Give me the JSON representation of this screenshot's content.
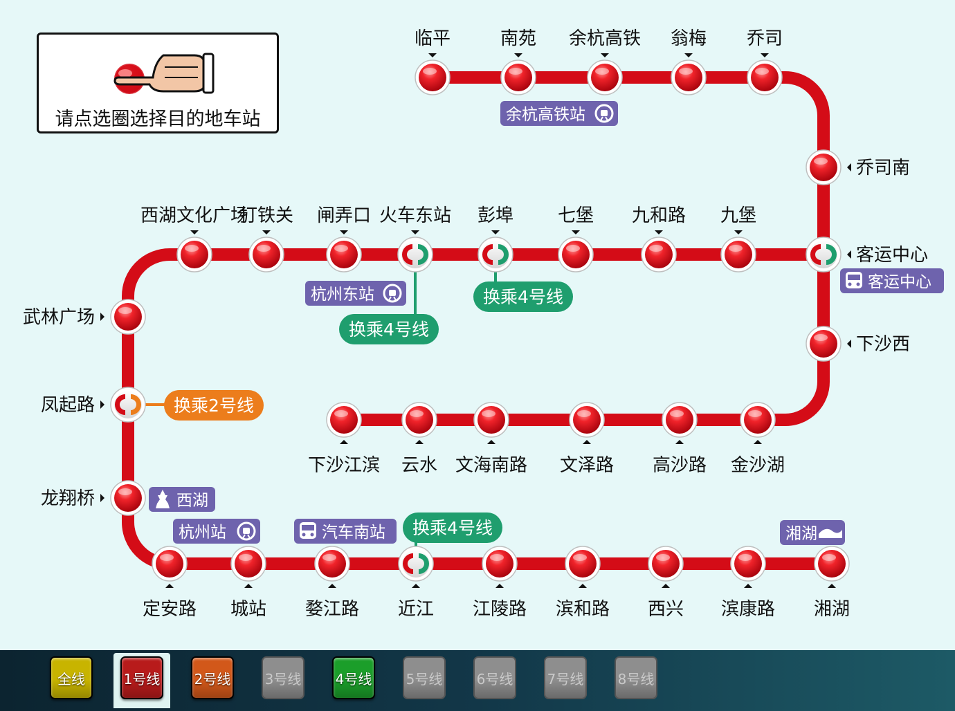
{
  "hint": {
    "text": "请点选圈选择目的地车站"
  },
  "line_color": "#d40c17",
  "stations": [
    {
      "name": "临平"
    },
    {
      "name": "南苑"
    },
    {
      "name": "余杭高铁"
    },
    {
      "name": "翁梅"
    },
    {
      "name": "乔司"
    },
    {
      "name": "乔司南"
    },
    {
      "name": "客运中心"
    },
    {
      "name": "下沙西"
    },
    {
      "name": "金沙湖"
    },
    {
      "name": "高沙路"
    },
    {
      "name": "文泽路"
    },
    {
      "name": "文海南路"
    },
    {
      "name": "云水"
    },
    {
      "name": "下沙江滨"
    },
    {
      "name": "九堡"
    },
    {
      "name": "九和路"
    },
    {
      "name": "七堡"
    },
    {
      "name": "彭埠"
    },
    {
      "name": "火车东站"
    },
    {
      "name": "闸弄口"
    },
    {
      "name": "打铁关"
    },
    {
      "name": "西湖文化广场"
    },
    {
      "name": "武林广场"
    },
    {
      "name": "凤起路"
    },
    {
      "name": "龙翔桥"
    },
    {
      "name": "定安路"
    },
    {
      "name": "城站"
    },
    {
      "name": "婺江路"
    },
    {
      "name": "近江"
    },
    {
      "name": "江陵路"
    },
    {
      "name": "滨和路"
    },
    {
      "name": "西兴"
    },
    {
      "name": "滨康路"
    },
    {
      "name": "湘湖"
    }
  ],
  "transfers": [
    {
      "label": "换乘4号线",
      "color": "#1f9e6e"
    },
    {
      "label": "换乘4号线",
      "color": "#1f9e6e"
    },
    {
      "label": "换乘2号线",
      "color": "#ec7d1c"
    },
    {
      "label": "换乘4号线",
      "color": "#1f9e6e"
    }
  ],
  "facilities": [
    {
      "label": "余杭高铁站",
      "icon": "train-station-icon"
    },
    {
      "label": "杭州东站",
      "icon": "train-station-icon"
    },
    {
      "label": "客运中心",
      "icon": "bus-icon"
    },
    {
      "label": "西湖",
      "icon": "pagoda-icon"
    },
    {
      "label": "杭州站",
      "icon": "train-station-icon"
    },
    {
      "label": "汽车南站",
      "icon": "bus-icon"
    },
    {
      "label": "湘湖",
      "icon": "scenic-icon"
    }
  ],
  "facility_color": "#6e63ad",
  "tabs": [
    {
      "label": "全线",
      "color": "#c8b400",
      "enabled": true,
      "active": false
    },
    {
      "label": "1号线",
      "color": "#b81b1b",
      "enabled": true,
      "active": true
    },
    {
      "label": "2号线",
      "color": "#d2581a",
      "enabled": true,
      "active": false
    },
    {
      "label": "3号线",
      "color": "#8e8e8e",
      "enabled": false,
      "active": false
    },
    {
      "label": "4号线",
      "color": "#1b9e2a",
      "enabled": true,
      "active": false
    },
    {
      "label": "5号线",
      "color": "#8e8e8e",
      "enabled": false,
      "active": false
    },
    {
      "label": "6号线",
      "color": "#8e8e8e",
      "enabled": false,
      "active": false
    },
    {
      "label": "7号线",
      "color": "#8e8e8e",
      "enabled": false,
      "active": false
    },
    {
      "label": "8号线",
      "color": "#8e8e8e",
      "enabled": false,
      "active": false
    }
  ]
}
